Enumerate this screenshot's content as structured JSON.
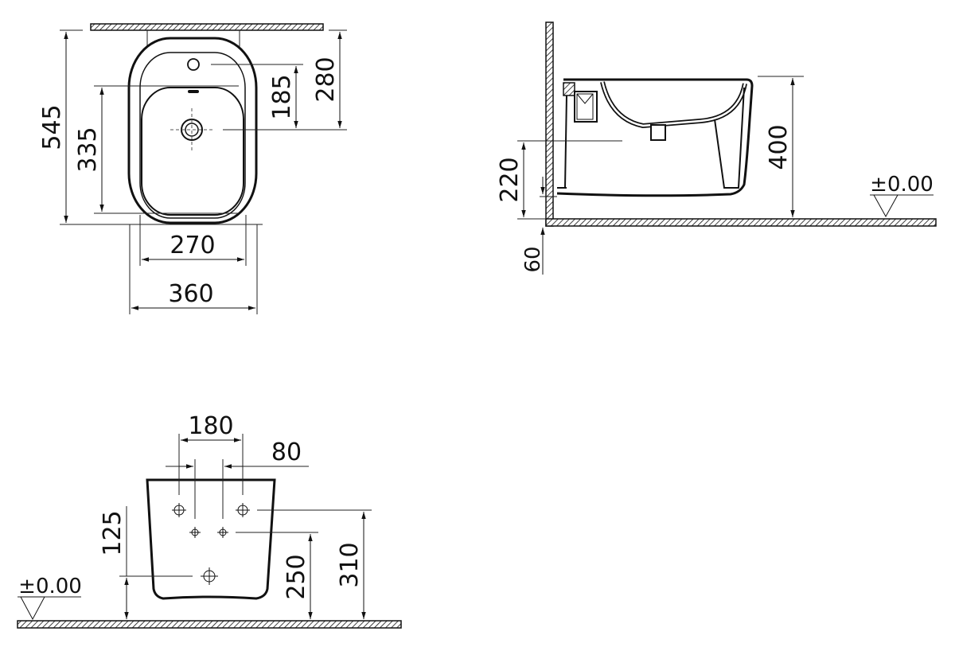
{
  "drawing": {
    "subject": "Wall-hung bidet technical dimension drawing",
    "units": "mm",
    "top_view": {
      "dimensions": {
        "overall_depth": "545",
        "bowl_depth": "335",
        "tap_hole_to_drain": "185",
        "wall_to_drain": "280",
        "bowl_width": "270",
        "overall_width": "360"
      }
    },
    "side_view": {
      "dimensions": {
        "height": "400",
        "inlet_height": "220",
        "bottom_clearance": "60"
      },
      "floor_level": "±0.00"
    },
    "back_view": {
      "dimensions": {
        "fixing_hole_spacing_outer": "180",
        "fixing_hole_offset": "80",
        "waste_height": "125",
        "lower_fixing_height": "250",
        "upper_fixing_height": "310"
      },
      "floor_level": "±0.00"
    }
  }
}
